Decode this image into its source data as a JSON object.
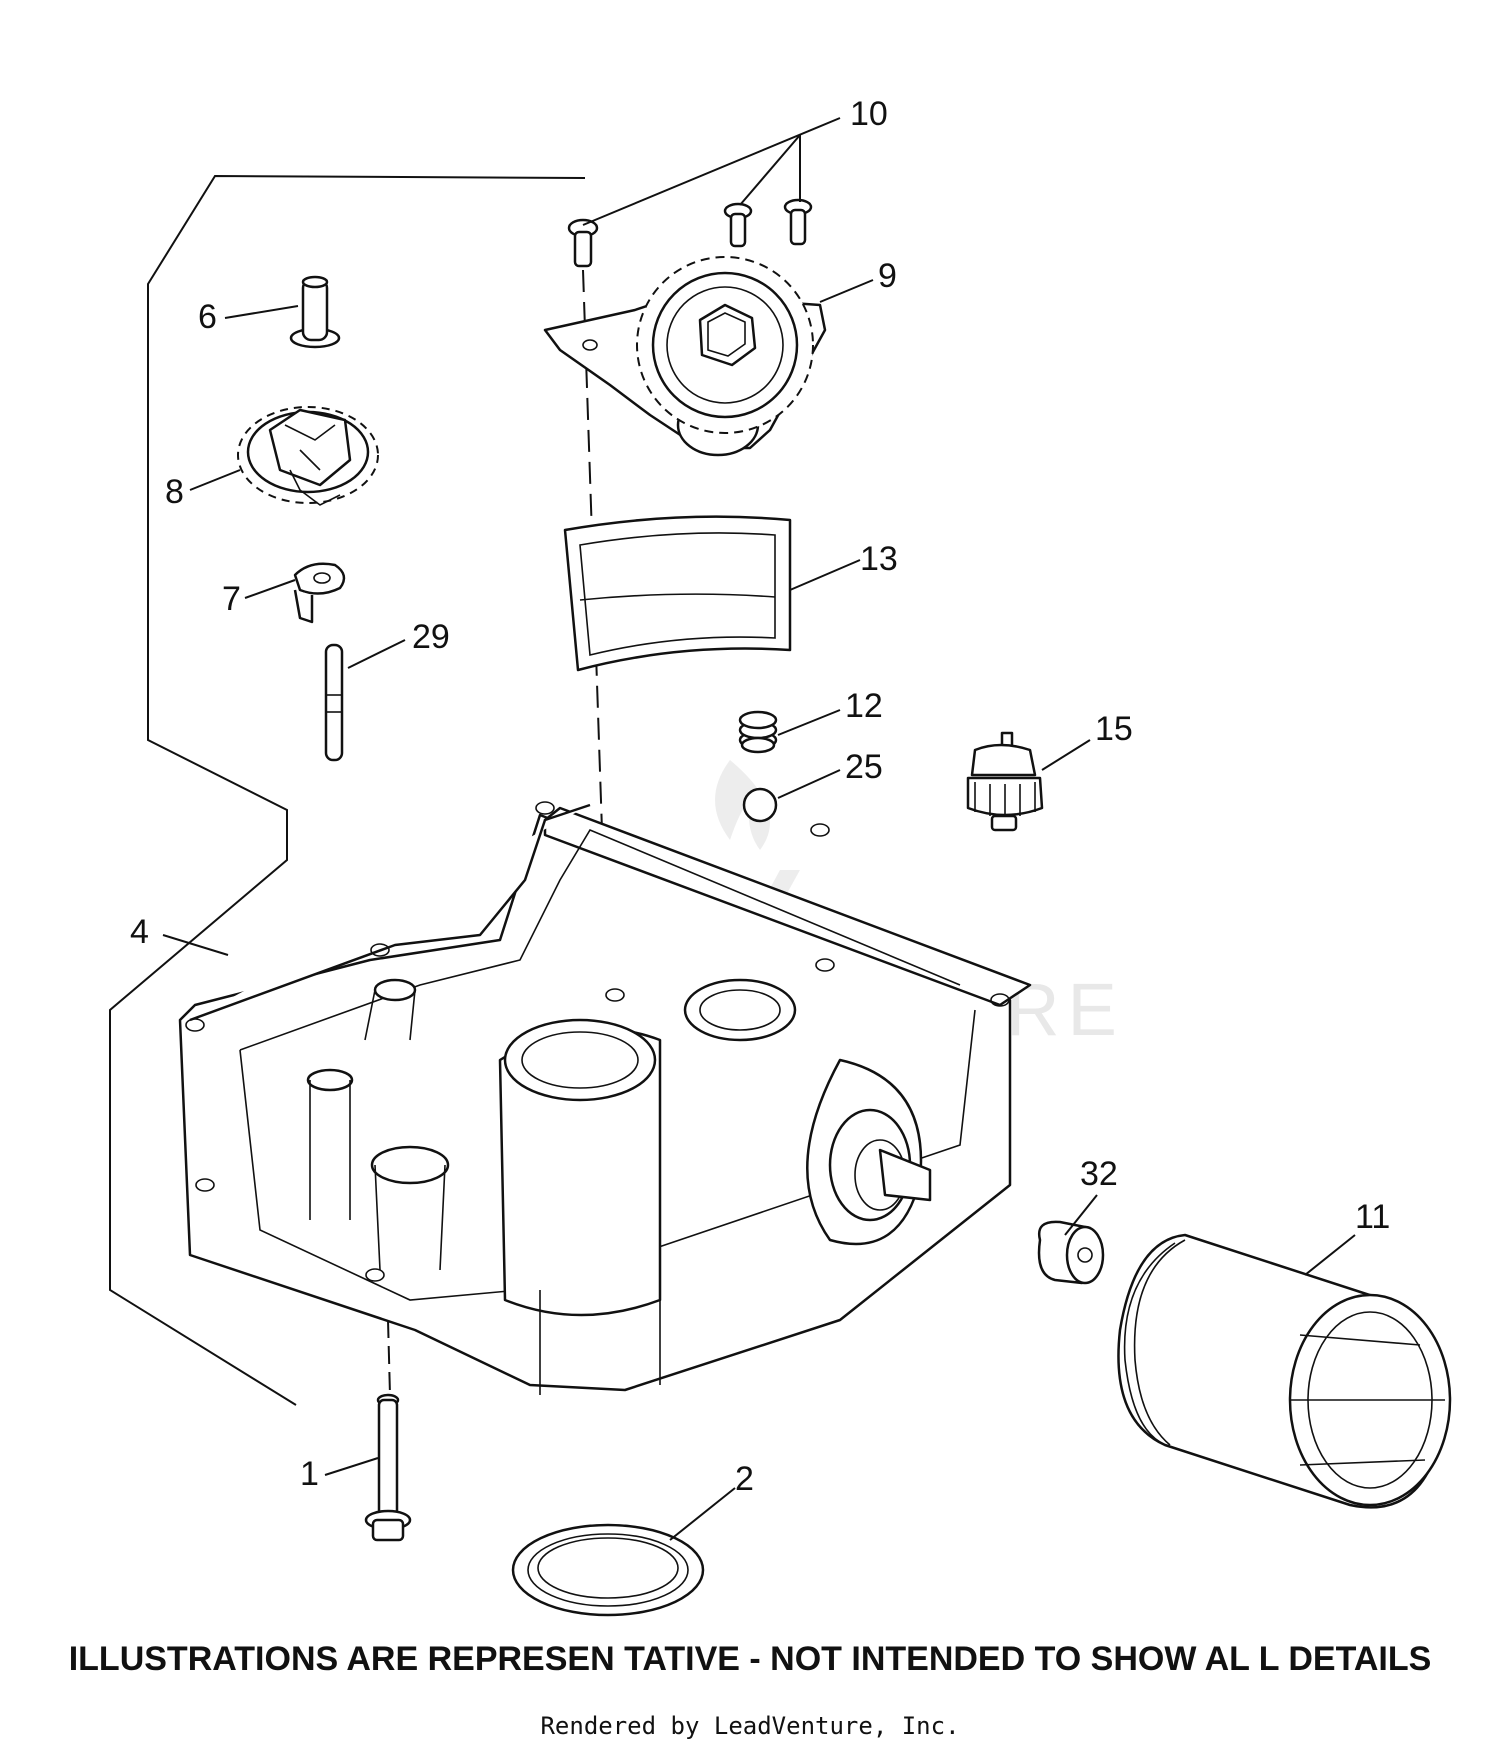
{
  "callouts": {
    "c1": "1",
    "c2": "2",
    "c4": "4",
    "c6": "6",
    "c7": "7",
    "c8": "8",
    "c9": "9",
    "c10": "10",
    "c11": "11",
    "c12": "12",
    "c13": "13",
    "c15": "15",
    "c25": "25",
    "c29": "29",
    "c32": "32"
  },
  "watermark": "LEADVENTURE",
  "disclaimer": "ILLUSTRATIONS ARE REPRESEN TATIVE - NOT INTENDED TO SHOW AL L DETAILS",
  "credit": "Rendered by LeadVenture, Inc."
}
